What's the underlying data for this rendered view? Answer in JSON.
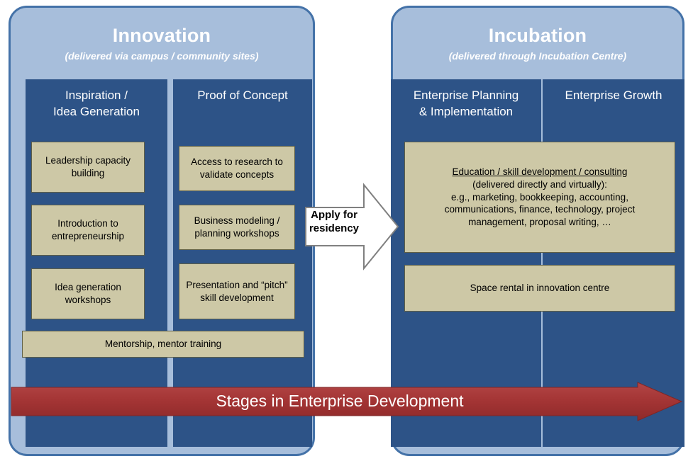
{
  "diagram": {
    "panels": [
      {
        "id": "innovation",
        "title": "Innovation",
        "subtitle": "(delivered via campus / community sites)",
        "columns": [
          {
            "id": "inspiration",
            "heading": "Inspiration /\nIdea Generation",
            "heading_line1": "Inspiration /",
            "heading_line2": "Idea Generation",
            "items": [
              "Leadership capacity building",
              "Introduction to entrepreneurship",
              "Idea generation workshops"
            ]
          },
          {
            "id": "proof-of-concept",
            "heading_line1": "Proof of Concept",
            "heading_line2": "",
            "items": [
              "Access to research to validate concepts",
              "Business modeling / planning workshops",
              "Presentation  and “pitch” skill development"
            ]
          }
        ],
        "footer_bar": "Mentorship, mentor training"
      },
      {
        "id": "incubation",
        "title": "Incubation",
        "subtitle": "(delivered through Incubation Centre)",
        "columns": [
          {
            "id": "enterprise-planning",
            "heading_line1": "Enterprise Planning",
            "heading_line2": "& Implementation"
          },
          {
            "id": "enterprise-growth",
            "heading_line1": "Enterprise Growth",
            "heading_line2": ""
          }
        ],
        "items": [
          {
            "id": "education",
            "lines": [
              "Education / skill development / consulting",
              "(delivered directly and virtually):",
              "e.g., marketing, bookkeeping, accounting,",
              "communications, finance, technology, project",
              "management, proposal writing, …"
            ]
          },
          {
            "id": "space-rental",
            "text": "Space rental in innovation centre"
          }
        ]
      }
    ],
    "apply_arrow": {
      "label_line1": "Apply for",
      "label_line2": "residency"
    },
    "stages_arrow": {
      "label": "Stages in Enterprise Development"
    },
    "colors": {
      "panel_fill": "#a7bedb",
      "panel_border": "#4472a8",
      "column_fill": "#2d5387",
      "box_fill": "#cdc8a6",
      "box_border": "#5f5f46",
      "arrow_red": "#a33434",
      "arrow_white": "#ffffff",
      "title_text": "#ffffff"
    }
  }
}
